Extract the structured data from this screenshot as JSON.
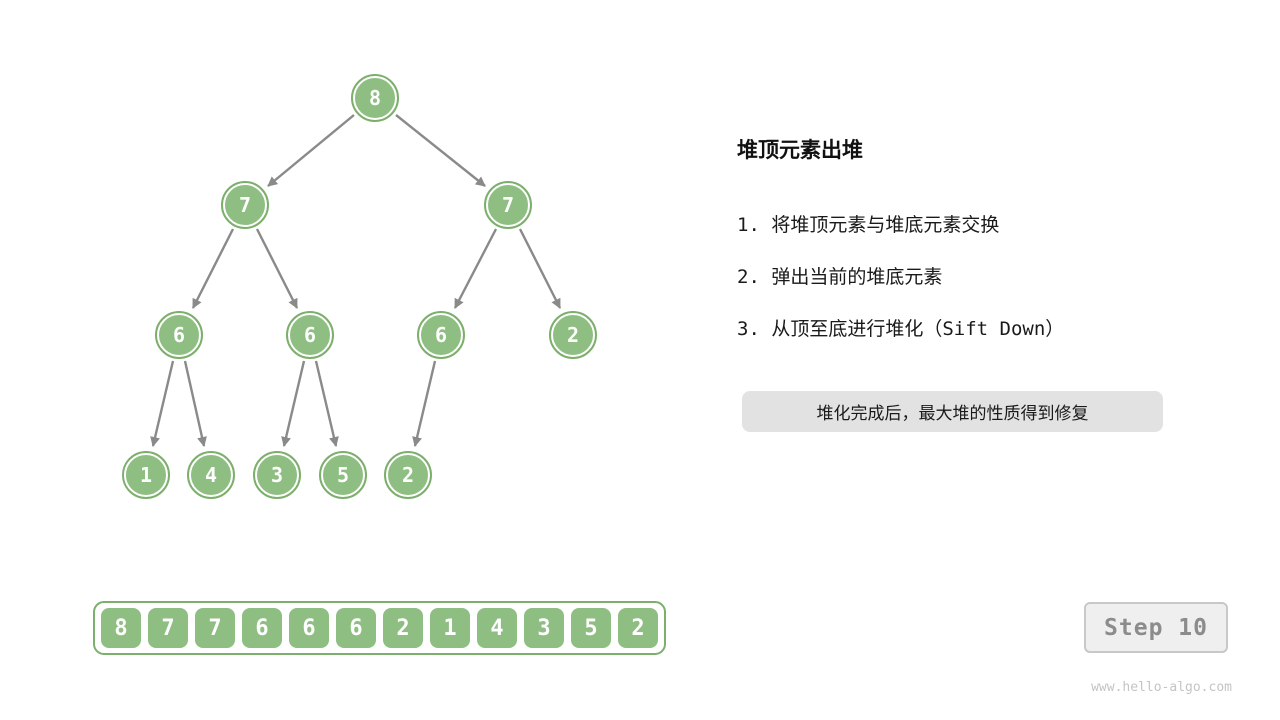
{
  "colors": {
    "node_green": "#8FBE83",
    "node_ring_green": "#7CAF6B",
    "edge_gray": "#8A8A8A",
    "note_bg": "#E2E2E2",
    "step_badge_bg": "#EFEFEF",
    "step_badge_border": "#C8C8C8",
    "step_badge_text": "#8C8C8C",
    "watermark_gray": "#C4C4C4"
  },
  "panel": {
    "title": "堆顶元素出堆",
    "steps": [
      "1. 将堆顶元素与堆底元素交换",
      "2. 弹出当前的堆底元素",
      "3. 从顶至底进行堆化（Sift Down）"
    ],
    "note": "堆化完成后，最大堆的性质得到修复"
  },
  "tree": {
    "nodes": [
      {
        "value": "8"
      },
      {
        "value": "7"
      },
      {
        "value": "7"
      },
      {
        "value": "6"
      },
      {
        "value": "6"
      },
      {
        "value": "6"
      },
      {
        "value": "2"
      },
      {
        "value": "1"
      },
      {
        "value": "4"
      },
      {
        "value": "3"
      },
      {
        "value": "5"
      },
      {
        "value": "2"
      }
    ],
    "edges": [
      [
        0,
        1
      ],
      [
        0,
        2
      ],
      [
        1,
        3
      ],
      [
        1,
        4
      ],
      [
        2,
        5
      ],
      [
        2,
        6
      ],
      [
        3,
        7
      ],
      [
        3,
        8
      ],
      [
        4,
        9
      ],
      [
        4,
        10
      ],
      [
        5,
        11
      ]
    ]
  },
  "array": {
    "values": [
      "8",
      "7",
      "7",
      "6",
      "6",
      "6",
      "2",
      "1",
      "4",
      "3",
      "5",
      "2"
    ]
  },
  "step_badge": {
    "label": "Step 10"
  },
  "watermark": "www.hello-algo.com"
}
